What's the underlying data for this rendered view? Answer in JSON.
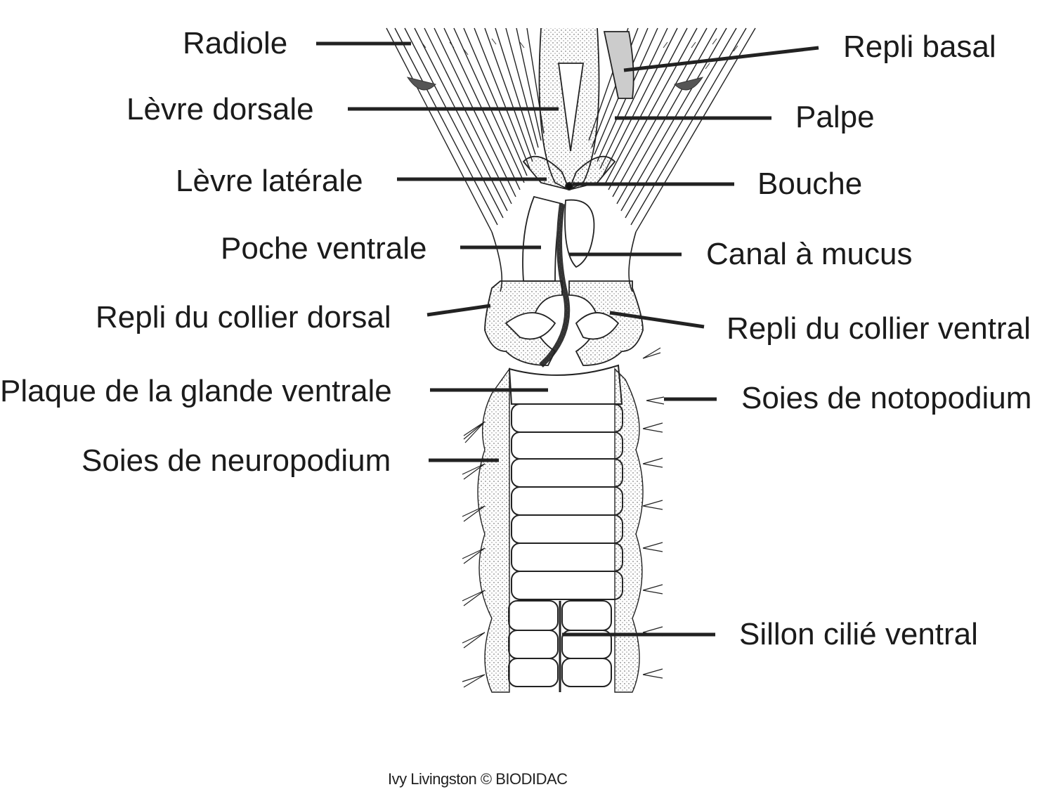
{
  "diagram": {
    "labels": {
      "radiole": "Radiole",
      "levre_dorsale": "Lèvre dorsale",
      "levre_laterale": "Lèvre latérale",
      "poche_ventrale": "Poche ventrale",
      "repli_collier_dorsal": "Repli du collier dorsal",
      "plaque_glande_ventrale": "Plaque de la glande ventrale",
      "soies_neuropodium": "Soies de neuropodium",
      "repli_basal": "Repli basal",
      "palpe": "Palpe",
      "bouche": "Bouche",
      "canal_mucus": "Canal à mucus",
      "repli_collier_ventral": "Repli du collier ventral",
      "soies_notopodium": "Soies de notopodium",
      "sillon_cilie_ventral": "Sillon cilié ventral"
    },
    "credit": "Ivy Livingston © BIODIDAC"
  }
}
